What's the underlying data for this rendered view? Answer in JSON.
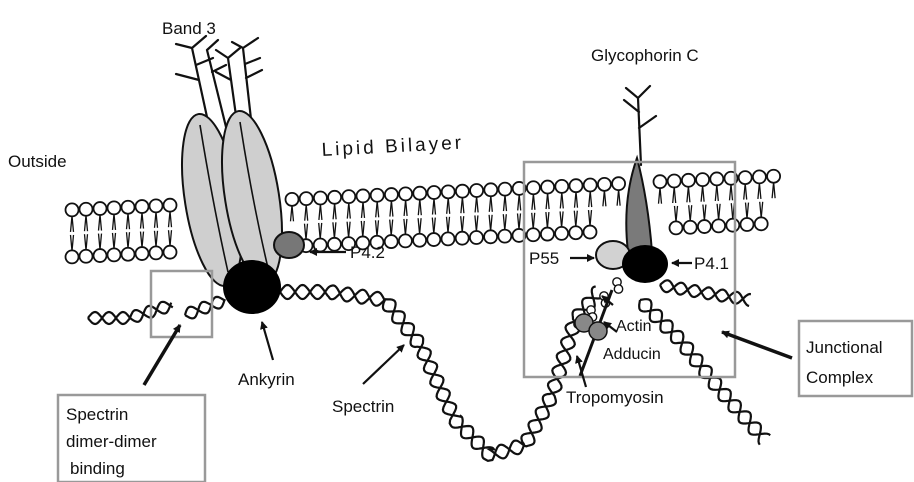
{
  "labels": {
    "band3": "Band 3",
    "outside": "Outside",
    "lipid_bilayer": "Lipid Bilayer",
    "glycophorin_c": "Glycophorin C",
    "p42": "P4.2",
    "p55": "P55",
    "p41": "P4.1",
    "ankyrin": "Ankyrin",
    "spectrin": "Spectrin",
    "actin": "Actin",
    "adducin": "Adducin",
    "tropomyosin": "Tropomyosin",
    "junctional_line1": "Junctional",
    "junctional_line2": "Complex",
    "dimer_line1": "Spectrin",
    "dimer_line2": "dimer-dimer",
    "dimer_line3": "binding"
  },
  "colors": {
    "band3_fill": "#cfcfcf",
    "glycophorin_fill": "#7a7a7a",
    "p42_fill": "#777777",
    "p55_fill": "#d2d2d2",
    "adducin_fill": "#888888",
    "ankyrin_fill": "#000000",
    "p41_fill": "#000000",
    "box_stroke": "#999999",
    "line": "#111111"
  }
}
